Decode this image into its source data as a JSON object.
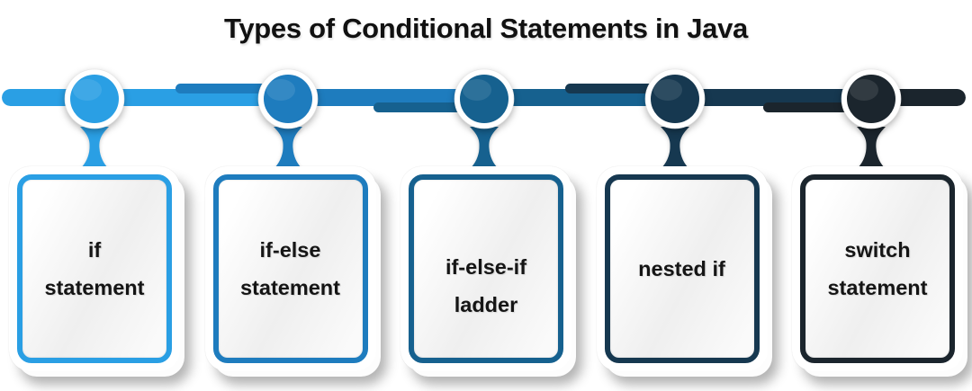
{
  "title": "Types of Conditional Statements in Java",
  "colors": {
    "background": "#ffffff",
    "title_text": "#111111",
    "card_text": "#151515",
    "node_ring": "#ffffff"
  },
  "timeline": {
    "items": [
      {
        "label": "if statement",
        "lines": [
          "if",
          "statement"
        ],
        "color": "#2a9fe4"
      },
      {
        "label": "if-else statement",
        "lines": [
          "if-else",
          "statement"
        ],
        "color": "#1e7cbe"
      },
      {
        "label": "if-else-if ladder",
        "lines": [
          "if-else-if",
          "ladder"
        ],
        "color": "#16618f"
      },
      {
        "label": "nested if",
        "lines": [
          "nested if"
        ],
        "color": "#163850"
      },
      {
        "label": "switch statement",
        "lines": [
          "switch",
          "statement"
        ],
        "color": "#1b252d"
      }
    ]
  }
}
